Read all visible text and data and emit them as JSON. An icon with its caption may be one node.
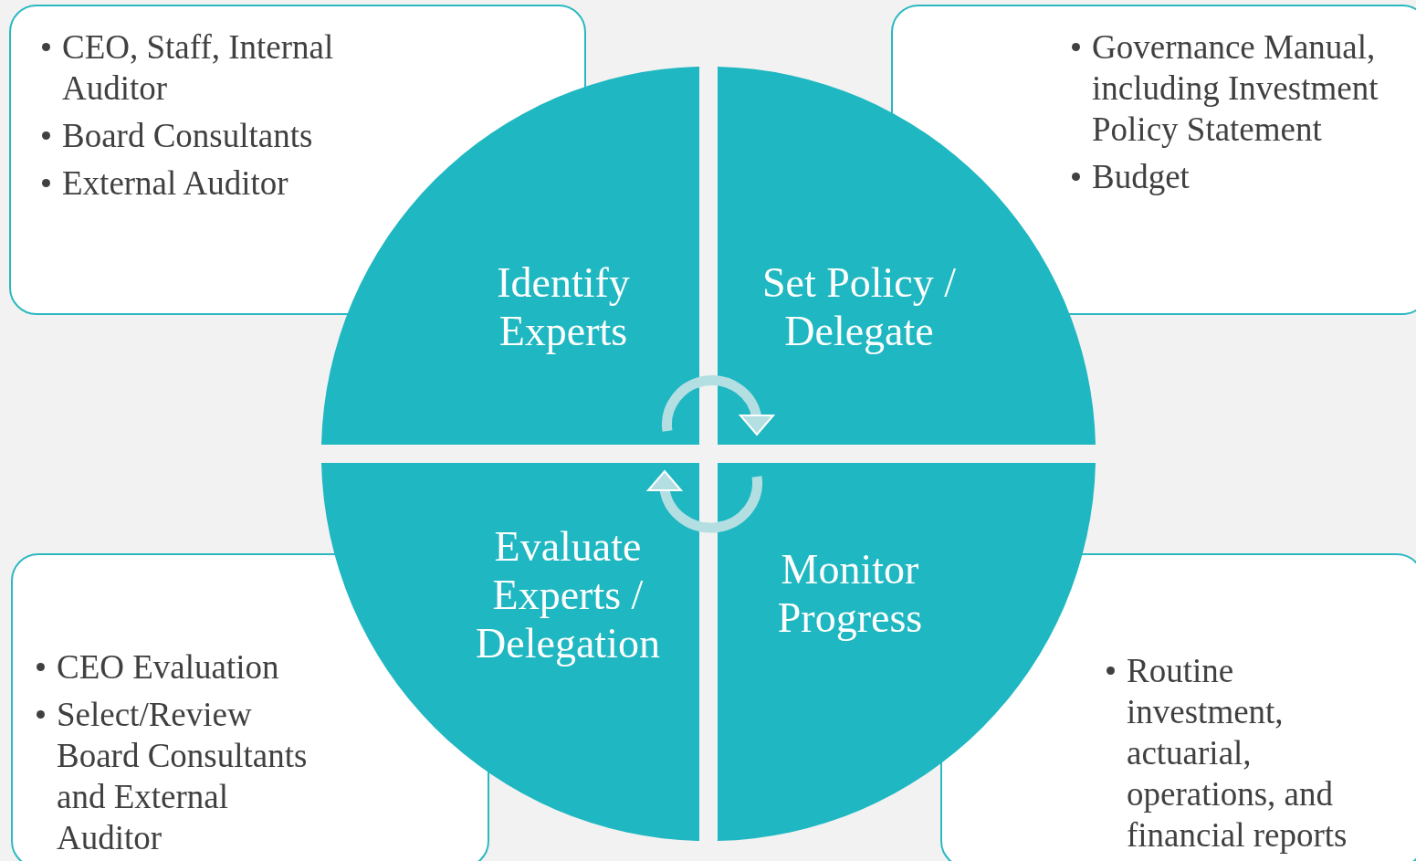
{
  "diagram": {
    "nodes": [
      {
        "text": [
          "CEO, Staff, Internal Auditor",
          "Board Consultants",
          "External Auditor"
        ]
      },
      {
        "text": [
          "Governance Manual, including Investment Policy Statement",
          "Budget"
        ]
      },
      {
        "text": [
          "Identify Experts"
        ]
      },
      {
        "text": [
          "Set Policy / Delegate"
        ]
      },
      {
        "text": [
          "Evaluate Experts / Delegation"
        ]
      },
      {
        "text": [
          "Monitor Progress"
        ]
      },
      {
        "text": [
          "CEO Evaluation",
          "Select/Review Board Consultants and External Auditor"
        ]
      },
      {
        "text": [
          "Routine investment, actuarial, operations, and financial reports"
        ]
      }
    ],
    "edges": [
      {
        "from": 2,
        "to": 3,
        "arrow": "to"
      },
      {
        "from": 5,
        "to": 4,
        "arrow": "to"
      }
    ]
  }
}
